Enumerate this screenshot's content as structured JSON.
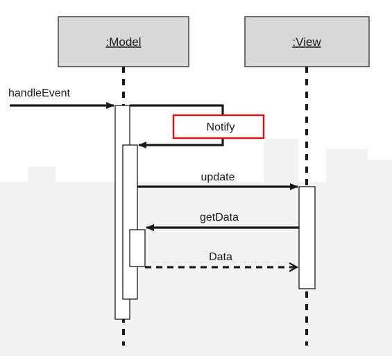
{
  "lifelines": [
    {
      "label": ":Model"
    },
    {
      "label": ":View"
    }
  ],
  "messages": {
    "handle_event": "handleEvent",
    "notify": "Notify",
    "update": "update",
    "get_data": "getData",
    "data": "Data"
  },
  "colors": {
    "header_fill": "#d9d9d9",
    "line": "#1a1a1a",
    "highlight_border": "#e01010",
    "background_watermark": "#f2f2f2"
  }
}
